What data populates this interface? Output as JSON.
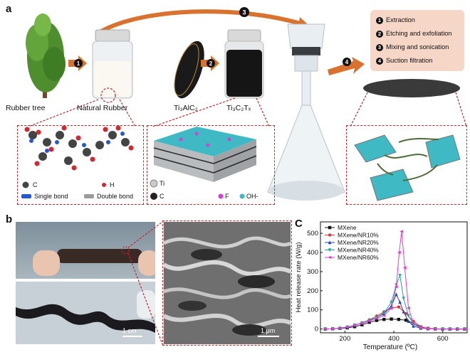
{
  "panel_a": {
    "letter": "a",
    "steps": [
      {
        "num": "1",
        "text": "Extraction"
      },
      {
        "num": "2",
        "text": "Etching and exfoliation"
      },
      {
        "num": "3",
        "text": "Mixing and sonication"
      },
      {
        "num": "4",
        "text": "Suction filtration"
      }
    ],
    "labels": {
      "rubber_tree": "Rubber tree",
      "natural_rubber": "Natural Rubber",
      "ti3alc2": "Ti₃AlC₂",
      "ti3c2tx": "Ti₃C₂Tₓ"
    },
    "rubber_legend": {
      "c": "C",
      "h": "H",
      "single_bond": "Single bond",
      "double_bond": "Double bond"
    },
    "mxene_legend": {
      "ti": "Ti",
      "c": "C",
      "f": "F",
      "oh": "OH-"
    }
  },
  "panel_b": {
    "letter": "b",
    "scale_left": "1 cm",
    "scale_right": "1 μm"
  },
  "panel_c": {
    "letter": "C",
    "chart_data": {
      "type": "line",
      "xlabel": "Temperature (ºC)",
      "ylabel": "Heat release rate (W/g)",
      "xlim": [
        100,
        700
      ],
      "ylim": [
        -20,
        560
      ],
      "xticks": [
        200,
        400,
        600
      ],
      "yticks": [
        0,
        100,
        200,
        300,
        400,
        500
      ],
      "legend_position": "top-left",
      "series": [
        {
          "name": "MXene",
          "color": "#111111",
          "marker": "square",
          "x": [
            120,
            150,
            180,
            210,
            240,
            270,
            300,
            330,
            360,
            390,
            420,
            450,
            480,
            510,
            540,
            570,
            600,
            630,
            660,
            690
          ],
          "y": [
            0,
            1,
            3,
            6,
            12,
            22,
            35,
            45,
            50,
            52,
            50,
            46,
            30,
            10,
            3,
            1,
            0,
            0,
            0,
            0
          ]
        },
        {
          "name": "MXene/NR10%",
          "color": "#e8323c",
          "marker": "circle",
          "x": [
            120,
            150,
            180,
            210,
            240,
            270,
            300,
            330,
            360,
            390,
            420,
            450,
            480,
            510,
            540,
            570,
            600,
            630,
            660,
            690
          ],
          "y": [
            0,
            1,
            4,
            10,
            20,
            32,
            48,
            68,
            90,
            110,
            115,
            80,
            40,
            12,
            3,
            1,
            0,
            0,
            0,
            0
          ]
        },
        {
          "name": "MXene/NR20%",
          "color": "#1f3fb8",
          "marker": "triangle-up",
          "x": [
            120,
            150,
            180,
            210,
            240,
            270,
            300,
            330,
            360,
            390,
            410,
            425,
            440,
            460,
            480,
            510,
            540,
            570,
            600,
            630,
            660,
            690
          ],
          "y": [
            0,
            1,
            4,
            10,
            20,
            32,
            45,
            60,
            80,
            120,
            180,
            140,
            90,
            40,
            15,
            4,
            1,
            0,
            0,
            0,
            0,
            0
          ]
        },
        {
          "name": "MXene/NR40%",
          "color": "#22a59a",
          "marker": "triangle-down",
          "x": [
            120,
            150,
            180,
            210,
            240,
            270,
            300,
            330,
            360,
            390,
            410,
            425,
            440,
            460,
            480,
            510,
            540,
            570,
            600,
            630,
            660,
            690
          ],
          "y": [
            0,
            1,
            4,
            10,
            20,
            32,
            45,
            60,
            85,
            140,
            230,
            280,
            160,
            70,
            25,
            6,
            1,
            0,
            0,
            0,
            0,
            0
          ]
        },
        {
          "name": "MXene/NR60%",
          "color": "#e23ec8",
          "marker": "triangle-left",
          "x": [
            120,
            150,
            180,
            210,
            240,
            270,
            300,
            330,
            360,
            390,
            410,
            422,
            432,
            445,
            460,
            480,
            510,
            540,
            570,
            600,
            630,
            660,
            690
          ],
          "y": [
            0,
            1,
            4,
            10,
            20,
            30,
            42,
            55,
            70,
            110,
            220,
            400,
            510,
            320,
            110,
            30,
            6,
            1,
            0,
            0,
            0,
            0,
            0
          ]
        }
      ]
    }
  }
}
